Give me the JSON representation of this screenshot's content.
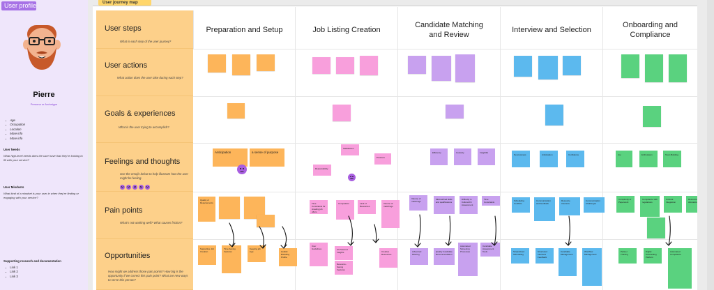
{
  "profile": {
    "tag": "User profile",
    "name": "Pierre",
    "persona": "Persona or Archetype",
    "attributes": [
      "Age",
      "Occupation",
      "Location",
      "More info",
      "More info"
    ],
    "needs_heading": "User Needs",
    "needs_text": "What high-level needs does the user have that they're looking to fill with your service?",
    "mindsets_heading": "User Mindsets",
    "mindsets_text": "What kind of a mindset is your user in when they're finding or engaging with your service?",
    "research_heading": "Supporting research and documentation",
    "links": [
      "Link 1",
      "Link 2",
      "Link 3"
    ]
  },
  "board": {
    "title": "User journey map",
    "phases": [
      "Preparation and Setup",
      "Job Listing Creation",
      "Candidate Matching and Review",
      "Interview and Selection",
      "Onboarding and Compliance"
    ],
    "rows": [
      {
        "title": "User steps",
        "question": "What is each step of the user journey?"
      },
      {
        "title": "User actions",
        "question": "What action does the user take during each step?"
      },
      {
        "title": "Goals & experiences",
        "question": "What is the user trying to accomplish?"
      },
      {
        "title": "Feelings and thoughts",
        "question": "Use the emojis below to help illustrate how the user might be feeling."
      },
      {
        "title": "Pain points",
        "question": "What's not working well? What causes friction?"
      },
      {
        "title": "Opportunities",
        "question": "How might we address those pain points? How big is the opportunity if we correct this pain point? What are new ways to serve this person?"
      }
    ],
    "feelings": {
      "anticipation": "Anticipation",
      "purpose": "a sense of purpose",
      "responsibility": "Responsibility",
      "satisfaction": "Satisfaction",
      "pressure": "Pressure",
      "v1": "Efficiency",
      "v2": "Curiosity",
      "v3": "Insightful",
      "b1": "Nervousness",
      "b2": "Anticipation",
      "b3": "Confidence",
      "g1": "Joy",
      "g2": "Enthusiasm",
      "g3": "Team Building"
    },
    "pain": {
      "o1": "Quality of Requirements",
      "p1": "Time Constraints for creating job offers",
      "p2": "Competition",
      "p3": "Lack of Resources",
      "v1": "Volume of matchings",
      "v2": "Mismatched skills and qualifications",
      "v3": "Difficulty in Cultural Fit Assessment",
      "v4": "Time Constraints",
      "b1": "Scheduling Conflicts",
      "b2": "Communication and feedback",
      "b3": "Resource Intensive",
      "b4": "Communication Challenges",
      "g1": "Complexity of Paperwork",
      "g2": "Compliance with regulations",
      "g3": "Cultural Integration",
      "g4": "Resource Allocation"
    },
    "opps": {
      "o1": "Supportive Job Creation",
      "o2": "Time-Saving Features",
      "o3": "Keeping job logs",
      "o4": "Holistic Branding Profile",
      "p1": "User Guidelines",
      "p2": "AI-Powered Insights",
      "p3": "Resource-Saving Features",
      "p4": "Creative Resources",
      "v1": "Advanced Filtering",
      "v2": "Quality Candidate Recommendation",
      "v3": "Automated Screening Processes",
      "v4": "Candidate Assessment Tools",
      "b1": "Streamlined Scheduling",
      "b2": "Structured Interview Feedback",
      "b3": "Candidate Management",
      "b4": "Workflow Management",
      "g1": "Partner Training",
      "g2": "Digital Onboarding Platform",
      "g3": "Automated Compliance"
    }
  }
}
